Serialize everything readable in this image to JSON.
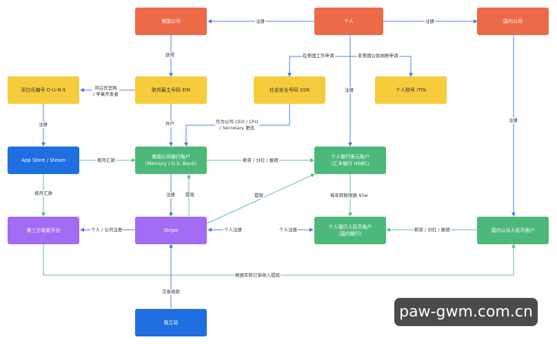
{
  "nodes": {
    "us_company": "美国公司",
    "individual": "个人",
    "domestic_company": "国内公司",
    "duns": "邓白氏编号 D-U-N-S",
    "ein": "联邦雇主号码 EIN",
    "ssn": "社会安全号码 SSN",
    "itin": "个人税号 ITIN",
    "appstore": "App Store / Steam",
    "us_bank": [
      "美国公司银行账户",
      "（Mercury / U.S. Bank）"
    ],
    "personal_usd": [
      "个人银行美元账户",
      "（汇丰银行 HSBC）"
    ],
    "domestic_receive": "国内公司人民币账户",
    "third_party": "第三方收款平台",
    "stripe": "Stripe",
    "personal_rmb": [
      "个人银行人民币账户",
      "（国内银行）"
    ],
    "independent": "独立站"
  },
  "edges": {
    "register_us": "注册",
    "register_domestic": "注册",
    "obtain": "获得",
    "work_apply": "在美国工作申请",
    "nonresident_apply": "非美国公民纳税申请",
    "duns_via": [
      "邓白氏官网",
      "/ 苹果开发者"
    ],
    "register_duns": "注册",
    "open_account": "开户",
    "ceo_change": [
      "作为公司 CEO / CFO",
      "/ Secretary 更优"
    ],
    "register_personal": "注册",
    "register_domestic_down": "注册",
    "monthly_remit": "按月汇款",
    "salary_us": "薪资 / 分红 / 报销",
    "monthly_remit_third": "按月汇款",
    "stripe_register": "注册",
    "stripe_withdraw": "提现",
    "withdraw_usd": "提现",
    "annual_limit": "每年转账限额 $5w",
    "person_company_register": "个人 / 公司注册",
    "personal_register_stripe": "个人注册",
    "personal_register_rmb": "个人注册",
    "salary_domestic": "薪资 / 分红 / 报销",
    "order_withdraw": "根据实际订单收入提现",
    "trade_collect": "交易收款"
  },
  "watermark": "paw-gwm.com.cn",
  "colors": {
    "line": "#4a7fd9",
    "line_green": "#5cbf84",
    "orange": "#ec6a47",
    "yellow": "#f6cc3c",
    "blue": "#1f6fe0",
    "green": "#4cb97a",
    "purple": "#a26cf5"
  }
}
